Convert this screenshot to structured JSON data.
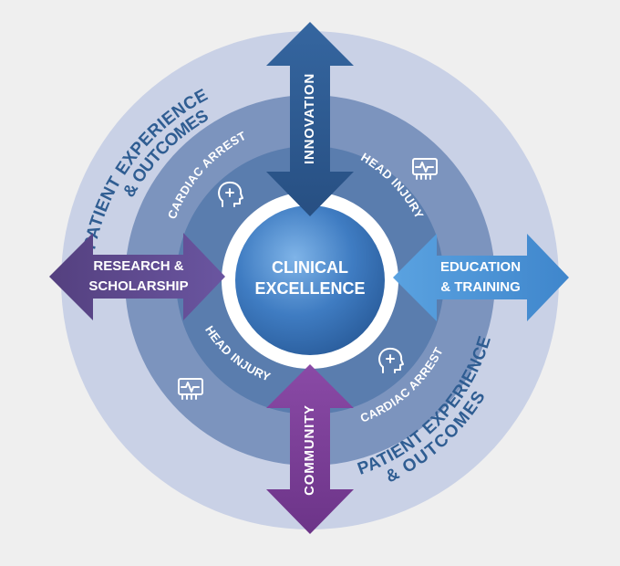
{
  "center": {
    "line1": "CLINICAL",
    "line2": "EXCELLENCE"
  },
  "arrows": {
    "top": {
      "label": "INNOVATION",
      "color": "#2f5d92"
    },
    "left": {
      "line1": "RESEARCH &",
      "line2": "SCHOLARSHIP",
      "color": "#5e4a8f"
    },
    "right": {
      "line1": "EDUCATION",
      "line2": "& TRAINING",
      "color": "#4a8fd0"
    },
    "bottom": {
      "label": "COMMUNITY",
      "color": "#7d3f97"
    }
  },
  "outer_ring": {
    "upper_left": {
      "line1": "PATIENT EXPERIENCE",
      "line2": "& OUTCOMES"
    },
    "lower_right": {
      "line1": "PATIENT EXPERIENCE",
      "line2": "& OUTCOMES"
    }
  },
  "middle_ring": {
    "top_left": "CARDIAC ARREST",
    "top_right": "HEAD INJURY",
    "bottom_left": "HEAD INJURY",
    "bottom_right": "CARDIAC ARREST"
  },
  "icons": {
    "top_left": "head-cross-icon",
    "top_right": "ecg-monitor-icon",
    "bottom_left": "ecg-monitor-icon",
    "bottom_right": "head-cross-icon"
  },
  "colors": {
    "background": "#efefef",
    "outer_ring": "#c9d1e6",
    "middle_ring": "#7c94be",
    "inner_ring": "#5a7dae",
    "center_white_ring": "#ffffff",
    "center_sphere": "#3f7cc2",
    "outer_text": "#2f5d92",
    "ring_text": "#ffffff"
  }
}
